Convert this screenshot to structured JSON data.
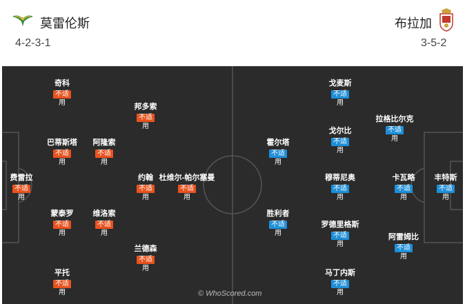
{
  "home": {
    "name": "莫雷伦斯",
    "formation": "4-2-3-1",
    "players": [
      {
        "name": "奇科",
        "badge": "不适",
        "status": "用"
      },
      {
        "name": "邦多索",
        "badge": "不适",
        "status": "用"
      },
      {
        "name": "巴蒂斯塔",
        "badge": "不适",
        "status": "用"
      },
      {
        "name": "阿隆索",
        "badge": "不适",
        "status": "用"
      },
      {
        "name": "费雷拉",
        "badge": "不适",
        "status": "用"
      },
      {
        "name": "约翰",
        "badge": "不适",
        "status": "用"
      },
      {
        "name": "杜维尔-帕尔塞曼",
        "badge": "不适",
        "status": "用"
      },
      {
        "name": "蒙泰罗",
        "badge": "不适",
        "status": "用"
      },
      {
        "name": "维洛索",
        "badge": "不适",
        "status": "用"
      },
      {
        "name": "兰德森",
        "badge": "不适",
        "status": "用"
      },
      {
        "name": "平托",
        "badge": "不适",
        "status": "用"
      }
    ]
  },
  "away": {
    "name": "布拉加",
    "formation": "3-5-2",
    "players": [
      {
        "name": "戈麦斯",
        "badge": "不适",
        "status": "用"
      },
      {
        "name": "拉格比尔克",
        "badge": "不适",
        "status": "用"
      },
      {
        "name": "霍尔塔",
        "badge": "不适",
        "status": "用"
      },
      {
        "name": "戈尔比",
        "badge": "不适",
        "status": "用"
      },
      {
        "name": "穆蒂尼奥",
        "badge": "不适",
        "status": "用"
      },
      {
        "name": "卡瓦略",
        "badge": "不适",
        "status": "用"
      },
      {
        "name": "丰特斯",
        "badge": "不适",
        "status": "用"
      },
      {
        "name": "胜利者",
        "badge": "不适",
        "status": "用"
      },
      {
        "name": "罗德里格斯",
        "badge": "不适",
        "status": "用"
      },
      {
        "name": "阿雷姆比",
        "badge": "不适",
        "status": "用"
      },
      {
        "name": "马丁内斯",
        "badge": "不适",
        "status": "用"
      }
    ]
  },
  "watermark": "© WhoScored.com",
  "colors": {
    "home_badge": "#e8531f",
    "away_badge": "#1f8fd8",
    "pitch": "#2b2b2b"
  }
}
